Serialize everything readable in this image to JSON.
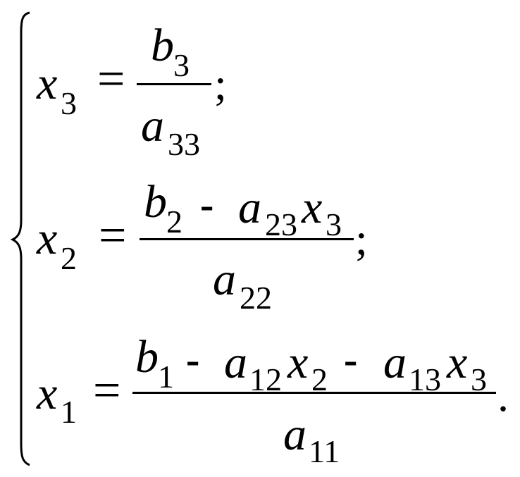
{
  "equations": [
    {
      "lhs": {
        "var": "x",
        "sub": "3"
      },
      "eq": "=",
      "num": [
        {
          "var": "b",
          "sub": "3"
        }
      ],
      "den": {
        "var": "a",
        "sub": "33"
      },
      "end": ";"
    },
    {
      "lhs": {
        "var": "x",
        "sub": "2"
      },
      "eq": "=",
      "num": [
        {
          "var": "b",
          "sub": "2"
        },
        {
          "op": "-"
        },
        {
          "var": "a",
          "sub": "23"
        },
        {
          "var": "x",
          "sub": "3"
        }
      ],
      "den": {
        "var": "a",
        "sub": "22"
      },
      "end": ";"
    },
    {
      "lhs": {
        "var": "x",
        "sub": "1"
      },
      "eq": "=",
      "num": [
        {
          "var": "b",
          "sub": "1"
        },
        {
          "op": "-"
        },
        {
          "var": "a",
          "sub": "12"
        },
        {
          "var": "x",
          "sub": "2"
        },
        {
          "op": "-"
        },
        {
          "var": "a",
          "sub": "13"
        },
        {
          "var": "x",
          "sub": "3"
        }
      ],
      "den": {
        "var": "a",
        "sub": "11"
      },
      "end": "."
    }
  ]
}
